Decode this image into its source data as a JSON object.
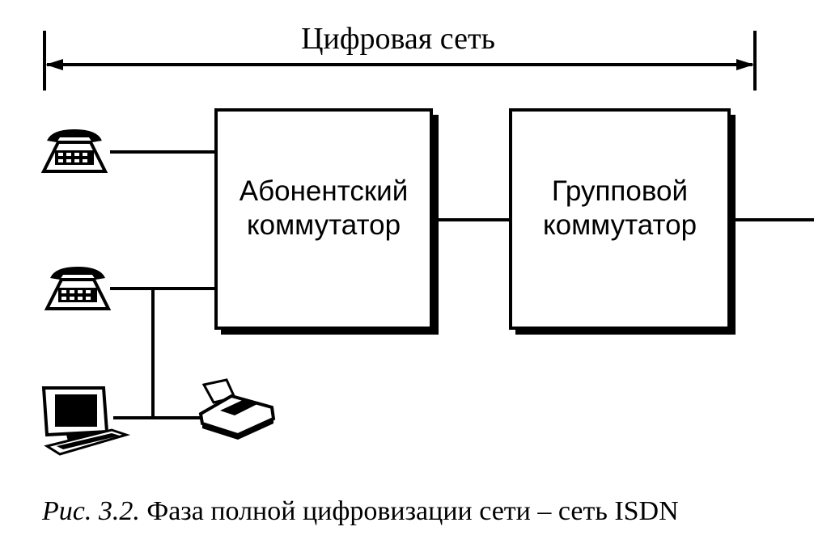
{
  "network_span": {
    "label": "Цифровая сеть"
  },
  "subscriber_switch": {
    "line1": "Абонентский",
    "line2": "коммутатор"
  },
  "group_switch": {
    "line1": "Групповой",
    "line2": "коммутатор"
  },
  "devices": {
    "phone_top": "telephone-icon",
    "phone_middle": "telephone-icon",
    "computer": "computer-icon",
    "fax": "fax-icon"
  },
  "caption": {
    "figure_number": "Рис. 3.2.",
    "text": "Фаза полной цифровизации сети – сеть ISDN"
  }
}
